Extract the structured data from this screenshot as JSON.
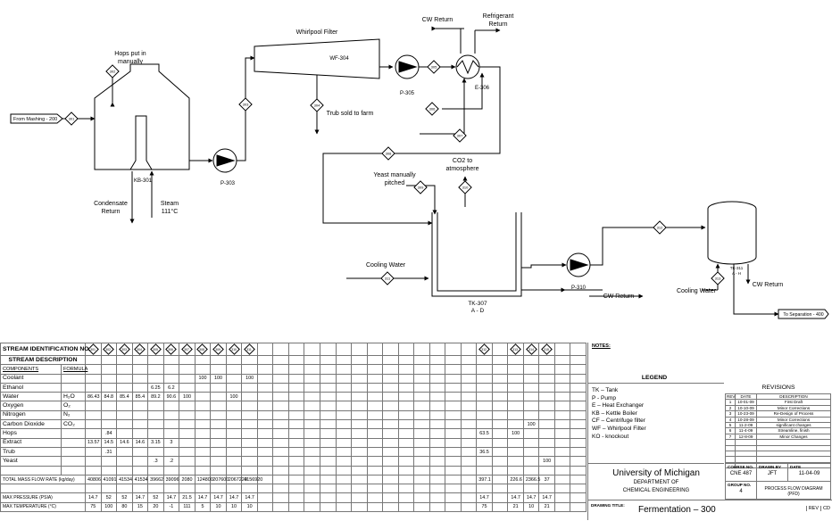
{
  "diagram": {
    "labels": {
      "hops_put_in": "Hops put in",
      "manually": "manually",
      "from_mashing": "From Mashing - 200",
      "kettle": "KB-301",
      "condensate_1": "Condensate",
      "condensate_2": "Return",
      "steam_1": "Steam",
      "steam_2": "111°C",
      "pump_303": "P-303",
      "whirlpool_title": "Whirlpool Filter",
      "whirlpool_tag": "WF-304",
      "trub_sold": "Trub sold to farm",
      "cw_return_top": "CW Return",
      "refrigerant_1": "Refrigerant",
      "refrigerant_2": "Return",
      "pump_305": "P-305",
      "hx_306": "E-306",
      "co2_1": "CO2 to",
      "co2_2": "atmosphere",
      "yeast_1": "Yeast manually",
      "yeast_2": "pitched",
      "cooling_water_left": "Cooling Water",
      "tank_307_1": "TK-307",
      "tank_307_2": "A - D",
      "pump_310": "P-310",
      "cw_return_mid": "CW Return",
      "cooling_water_right": "Cooling Water",
      "tank_311_1": "TK-311",
      "tank_311_2": "A - H",
      "cw_return_right": "CW Return",
      "to_separation": "To Separation - 400"
    },
    "stream_tags": [
      "301",
      "302",
      "303",
      "304",
      "305",
      "306",
      "307",
      "308",
      "309",
      "310",
      "311",
      "312",
      "313",
      "314",
      "315",
      "316",
      "317",
      "318"
    ]
  },
  "stream_table": {
    "id_header": "STREAM IDENTIFICATION NO.",
    "id_tags": [
      "301",
      "302",
      "303",
      "304",
      "305",
      "306",
      "307",
      "308",
      "309",
      "310",
      "311",
      "",
      "",
      "",
      "",
      "",
      "",
      "",
      "",
      "",
      "",
      "",
      "",
      "",
      "",
      "312",
      "",
      "313",
      "314",
      "315",
      "",
      ""
    ],
    "description_header": "STREAM DESCRIPTION",
    "components_label": "COMPONENTS",
    "formula_label": "FORMULA",
    "rows": [
      {
        "name": "Coolant",
        "formula": "",
        "values": [
          "",
          "",
          "",
          "",
          "",
          "",
          "",
          "100",
          "100",
          "",
          "100",
          "",
          "",
          "",
          "",
          "",
          "",
          "",
          "",
          "",
          "",
          "",
          "",
          "",
          "",
          "",
          "",
          "",
          "",
          "",
          "",
          ""
        ]
      },
      {
        "name": "Ethanol",
        "formula": "",
        "values": [
          "",
          "",
          "",
          "",
          "6.25",
          "6.2",
          "",
          "",
          "",
          "",
          "",
          "",
          "",
          "",
          "",
          "",
          "",
          "",
          "",
          "",
          "",
          "",
          "",
          "",
          "",
          "",
          "",
          "",
          "",
          "",
          "",
          ""
        ]
      },
      {
        "name": "Water",
        "formula": "H₂O",
        "values": [
          "86.43",
          "84.8",
          "85.4",
          "85.4",
          "89.2",
          "90.6",
          "100",
          "",
          "",
          "100",
          "",
          "",
          "",
          "",
          "",
          "",
          "",
          "",
          "",
          "",
          "",
          "",
          "",
          "",
          "",
          "",
          "",
          "",
          "",
          "",
          "",
          ""
        ]
      },
      {
        "name": "Oxygen",
        "formula": "O₂",
        "values": [
          "",
          "",
          "",
          "",
          "",
          "",
          "",
          "",
          "",
          "",
          "",
          "",
          "",
          "",
          "",
          "",
          "",
          "",
          "",
          "",
          "",
          "",
          "",
          "",
          "",
          "",
          "",
          "",
          "",
          "",
          "",
          ""
        ]
      },
      {
        "name": "Nitrogen",
        "formula": "N₂",
        "values": [
          "",
          "",
          "",
          "",
          "",
          "",
          "",
          "",
          "",
          "",
          "",
          "",
          "",
          "",
          "",
          "",
          "",
          "",
          "",
          "",
          "",
          "",
          "",
          "",
          "",
          "",
          "",
          "",
          "",
          "",
          "",
          ""
        ]
      },
      {
        "name": "Carbon Dioxide",
        "formula": "CO₂",
        "values": [
          "",
          "",
          "",
          "",
          "",
          "",
          "",
          "",
          "",
          "",
          "",
          "",
          "",
          "",
          "",
          "",
          "",
          "",
          "",
          "",
          "",
          "",
          "",
          "",
          "",
          "",
          "",
          "",
          "100",
          "",
          "",
          ""
        ]
      },
      {
        "name": "Hops",
        "formula": "",
        "values": [
          "",
          ".84",
          "",
          "",
          "",
          "",
          "",
          "",
          "",
          "",
          "",
          "",
          "",
          "",
          "",
          "",
          "",
          "",
          "",
          "",
          "",
          "",
          "",
          "",
          "",
          "63.5",
          "",
          "100",
          "",
          "",
          "",
          ""
        ]
      },
      {
        "name": "Extract",
        "formula": "",
        "values": [
          "13.57",
          "14.5",
          "14.6",
          "14.6",
          "3.15",
          "3",
          "",
          "",
          "",
          "",
          "",
          "",
          "",
          "",
          "",
          "",
          "",
          "",
          "",
          "",
          "",
          "",
          "",
          "",
          "",
          "",
          "",
          "",
          "",
          "",
          "",
          ""
        ]
      },
      {
        "name": "Trub",
        "formula": "",
        "values": [
          "",
          ".31",
          "",
          "",
          "",
          "",
          "",
          "",
          "",
          "",
          "",
          "",
          "",
          "",
          "",
          "",
          "",
          "",
          "",
          "",
          "",
          "",
          "",
          "",
          "",
          "36.5",
          "",
          "",
          "",
          "",
          "",
          ""
        ]
      },
      {
        "name": "Yeast",
        "formula": "",
        "values": [
          "",
          "",
          "",
          "",
          ".3",
          ".2",
          "",
          "",
          "",
          "",
          "",
          "",
          "",
          "",
          "",
          "",
          "",
          "",
          "",
          "",
          "",
          "",
          "",
          "",
          "",
          "",
          "",
          "",
          "",
          "100",
          "",
          ""
        ]
      },
      {
        "name": "",
        "formula": "",
        "values": [
          "",
          "",
          "",
          "",
          "",
          "",
          "",
          "",
          "",
          "",
          "",
          "",
          "",
          "",
          "",
          "",
          "",
          "",
          "",
          "",
          "",
          "",
          "",
          "",
          "",
          "",
          "",
          "",
          "",
          "",
          "",
          ""
        ]
      }
    ],
    "flow_label": "TOTAL MASS FLOW RATE (kg/day)",
    "flow_values": [
      "40806",
      "41091",
      "41534",
      "41534",
      "39662",
      "39096",
      "2080",
      "124800",
      "207600",
      "2067220",
      "4156920",
      "",
      "",
      "",
      "",
      "",
      "",
      "",
      "",
      "",
      "",
      "",
      "",
      "",
      "",
      "397.1",
      "",
      "226.6",
      "2366.5",
      "37",
      "",
      ""
    ],
    "pressure_label": "MAX PRESSURE (PSIA)",
    "pressure_values": [
      "14.7",
      "52",
      "52",
      "14.7",
      "52",
      "14.7",
      "21.5",
      "14.7",
      "14.7",
      "14.7",
      "14.7",
      "",
      "",
      "",
      "",
      "",
      "",
      "",
      "",
      "",
      "",
      "",
      "",
      "",
      "",
      "14.7",
      "",
      "14.7",
      "14.7",
      "14.7",
      "",
      ""
    ],
    "temperature_label": "MAX TEMPERATURE (°C)",
    "temperature_values": [
      "75",
      "100",
      "80",
      "15",
      "20",
      "-1",
      "111",
      "5",
      "10",
      "10",
      "10",
      "",
      "",
      "",
      "",
      "",
      "",
      "",
      "",
      "",
      "",
      "",
      "",
      "",
      "",
      "75",
      "",
      "21",
      "10",
      "21",
      "",
      ""
    ]
  },
  "notes_label": "NOTES:",
  "legend": {
    "title": "LEGEND",
    "items": [
      "TK – Tank",
      "P - Pump",
      "E – Heat Exchanger",
      "KB – Kettle Boiler",
      "CF – Centrifuge filter",
      "WF – Whirlpool Filter",
      "KO - knockout"
    ]
  },
  "revisions": {
    "title": "REVISIONS",
    "headers": [
      "REV",
      "DATE",
      "DESCRIPTION"
    ],
    "rows": [
      [
        "1",
        "10-01-09",
        "First Draft"
      ],
      [
        "2",
        "10-10-09",
        "Minor Corrections"
      ],
      [
        "3",
        "10-23-09",
        "Re-Design of Process"
      ],
      [
        "4",
        "10-28-09",
        "Minor Corrections"
      ],
      [
        "5",
        "11-2-09",
        "significant changes"
      ],
      [
        "6",
        "11-4-09",
        "Streamline, finish"
      ],
      [
        "7",
        "12-8-09",
        "Minor Changes"
      ],
      [
        "",
        "",
        ""
      ],
      [
        "",
        "",
        ""
      ],
      [
        "",
        "",
        ""
      ],
      [
        "",
        "",
        ""
      ],
      [
        "",
        "",
        ""
      ]
    ]
  },
  "title_block": {
    "university": "University of Michigan",
    "department_1": "DEPARTMENT OF",
    "department_2": "CHEMICAL ENGINEERING",
    "course_no_label": "COURSE NO.",
    "course_no": "CNE 487",
    "drawn_by_label": "DRAWN BY",
    "drawn_by": "JFT",
    "date_label": "DATE",
    "date": "11-04-09",
    "group_no_label": "GROUP NO.",
    "group_no": "4",
    "drawing_type_1": "PROCESS FLOW DIAGRAM",
    "drawing_type_2": "(PFD)",
    "drawing_title_label": "DRAWING TITLE:",
    "drawing_title": "Fermentation – 300",
    "rev_label": "REV",
    "cd_label": "CD"
  }
}
